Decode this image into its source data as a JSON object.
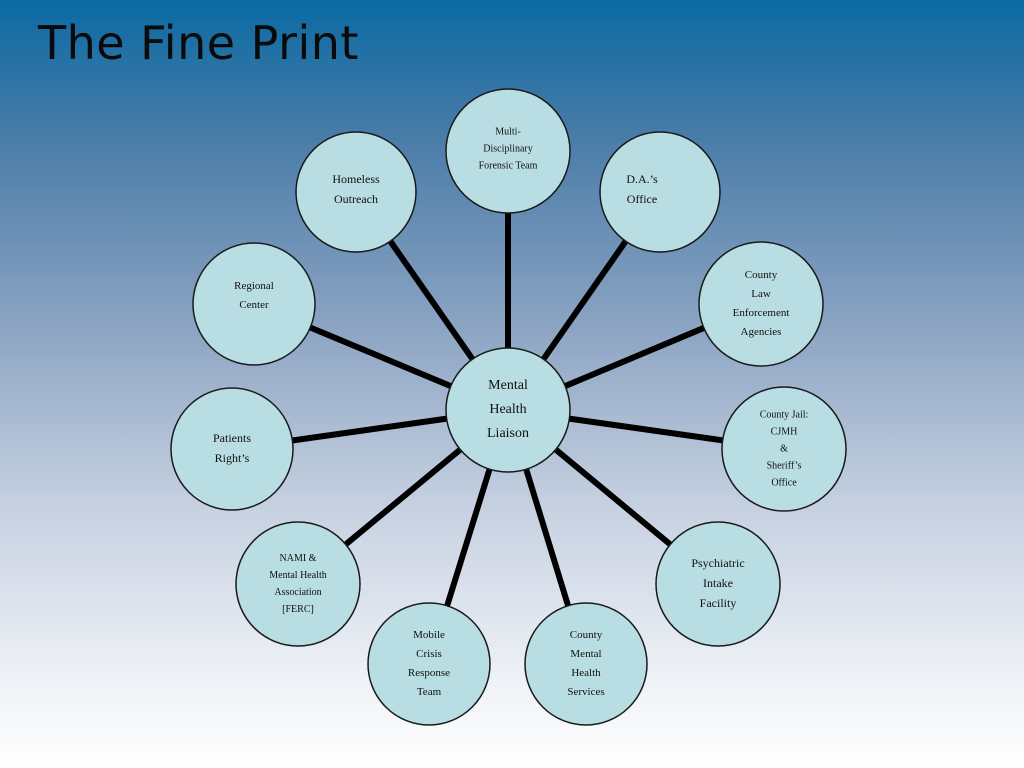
{
  "title": "The Fine Print",
  "center": {
    "id": "mental-health-liaison",
    "lines": [
      "Mental",
      "Health",
      "Liaison"
    ]
  },
  "nodes": [
    {
      "id": "multi-disciplinary-forensic-team",
      "lines": [
        "Multi-",
        "Disciplinary",
        "Forensic Team"
      ]
    },
    {
      "id": "das-office",
      "lines": [
        "D.A.’s",
        "Office"
      ]
    },
    {
      "id": "county-law-enforcement-agencies",
      "lines": [
        "County",
        "Law",
        "Enforcement",
        "Agencies"
      ]
    },
    {
      "id": "county-jail-cjmh-sheriffs-office",
      "lines": [
        "County Jail:",
        "CJMH",
        "&",
        "Sheriff’s",
        "Office"
      ]
    },
    {
      "id": "psychiatric-intake-facility",
      "lines": [
        "Psychiatric",
        "Intake",
        "Facility"
      ]
    },
    {
      "id": "county-mental-health-services",
      "lines": [
        "County",
        "Mental",
        "Health",
        "Services"
      ]
    },
    {
      "id": "mobile-crisis-response-team",
      "lines": [
        "Mobile",
        "Crisis",
        "Response",
        "Team"
      ]
    },
    {
      "id": "nami-mental-health-association",
      "lines": [
        "NAMI &",
        "Mental Health",
        "Association",
        "[FERC]"
      ]
    },
    {
      "id": "patients-rights",
      "lines": [
        "Patients",
        "Right’s"
      ]
    },
    {
      "id": "regional-center",
      "lines": [
        "Regional",
        "Center"
      ]
    },
    {
      "id": "homeless-outreach",
      "lines": [
        "Homeless",
        "Outreach"
      ]
    }
  ]
}
